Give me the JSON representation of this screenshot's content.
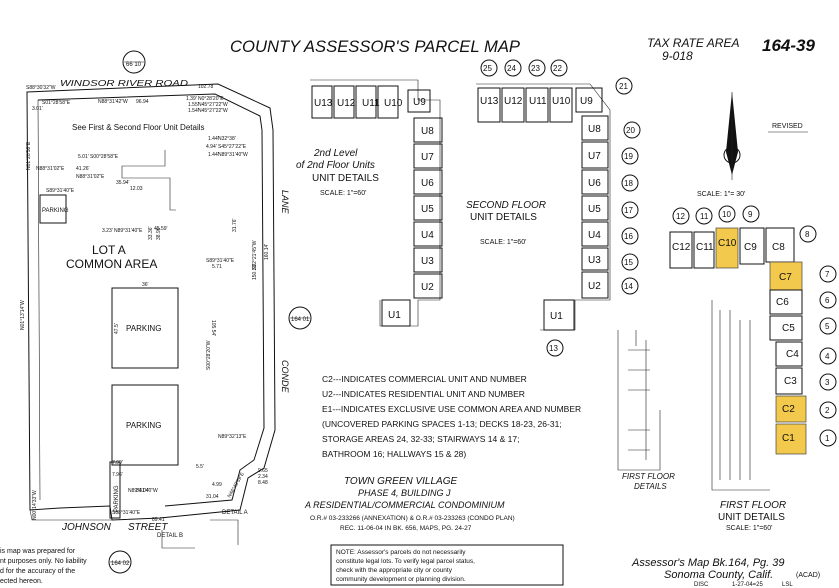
{
  "title": "COUNTY ASSESSOR'S PARCEL MAP",
  "tax_rate_area": {
    "label": "TAX RATE AREA",
    "value": "9-018"
  },
  "book_page": "164-39",
  "revised": "REVISED",
  "roads": {
    "windsor": "WINDSOR RIVER ROAD",
    "conde": "CONDE",
    "lane": "LANE",
    "johnson": "JOHNSON",
    "street": "STREET"
  },
  "lot": {
    "name": "LOT A",
    "desc": "COMMON AREA",
    "note": "See First & Second Floor Unit Details"
  },
  "parking_labels": [
    "PARKING",
    "PARKING",
    "PARKING",
    "PARKING"
  ],
  "ref_circles": {
    "top": "66 10",
    "mid": "164 01",
    "bottom": "164 02"
  },
  "sections": {
    "second_level": [
      "2nd Level",
      "of 2nd Floor Units",
      "UNIT DETAILS",
      "SCALE: 1\"=60'"
    ],
    "second_floor": [
      "SECOND FLOOR",
      "UNIT DETAILS",
      "SCALE: 1\"=60'"
    ],
    "first_floor_small": [
      "FIRST FLOOR",
      "DETAILS"
    ],
    "first_floor": [
      "FIRST FLOOR",
      "UNIT DETAILS",
      "SCALE: 1\"=60'"
    ],
    "scale_30": "SCALE: 1\"= 30'"
  },
  "units_level2": [
    "U13",
    "U12",
    "U11",
    "U10",
    "U9",
    "U8",
    "U7",
    "U6",
    "U5",
    "U4",
    "U3",
    "U2",
    "U1"
  ],
  "units_floor2": [
    "U13",
    "U12",
    "U11",
    "U10",
    "U9",
    "U8",
    "U7",
    "U6",
    "U5",
    "U4",
    "U3",
    "U2",
    "U1"
  ],
  "unit_numbers_top": [
    "25",
    "24",
    "23",
    "22",
    "21"
  ],
  "unit_numbers_right": [
    "20",
    "19",
    "18",
    "17",
    "16",
    "15",
    "14"
  ],
  "unit_number_bottom": "13",
  "commercial_units": [
    "C12",
    "C11",
    "C10",
    "C9",
    "C8",
    "C7",
    "C6",
    "C5",
    "C4",
    "C3",
    "C2",
    "C1"
  ],
  "commercial_numbers_top": [
    "12",
    "11",
    "10",
    "9",
    "8"
  ],
  "commercial_numbers_right": [
    "7",
    "6",
    "5",
    "4",
    "3",
    "2",
    "1"
  ],
  "legend": [
    "C2---INDICATES COMMERCIAL UNIT AND NUMBER",
    "U2---INDICATES RESIDENTIAL UNIT AND NUMBER",
    "E1---INDICATES EXCLUSIVE USE COMMON AREA AND NUMBER",
    "(UNCOVERED PARKING SPACES 1-13; DECKS 18-23, 26-31;",
    "STORAGE AREAS 24, 32-33; STAIRWAYS 14 & 17;",
    "BATHROOM 16; HALLWAYS 15 & 28)"
  ],
  "project": [
    "TOWN GREEN VILLAGE",
    "PHASE 4, BUILDING J",
    "A RESIDENTIAL/COMMERCIAL CONDOMINIUM",
    "O.R.# 03-233266 (ANNEXATION) & O.R.# 03-233263 (CONDO PLAN)",
    "REC. 11-06-04 IN BK. 656, MAPS, PG. 24-27"
  ],
  "note": [
    "NOTE:  Assessor's parcels do not necessarily",
    "constitute legal lots. To verify legal parcel status,",
    "check with the appropriate city or county",
    "community development or planning division."
  ],
  "disclaimer": [
    "is map was prepared for",
    "nt purposes only. No liability",
    "d for the accuracy of the",
    "ected hereon."
  ],
  "footer": {
    "line1": "Assessor's Map Bk.164, Pg. 39",
    "line2": "Sonoma County, Calif.",
    "acad": "(ACAD)",
    "disc": "DISC",
    "date": "1-27-04=25",
    "initials": "LSL"
  },
  "details": {
    "a": "DETAIL A",
    "b": "DETAIL B"
  },
  "bearings": [
    "S88°30'32\"W",
    "S01°28'58\"E",
    "3.01'",
    "N88°31'42\"W",
    "96.94",
    "102.78",
    "1.39'",
    "N0°28'20\"E",
    "1.55'",
    "N45°27'22\"W",
    "1.54'",
    "N45°27'22\"W",
    "N88°31'02\"E",
    "41.26'",
    "5.01'",
    "S00°28'58\"E",
    "N88°31'02\"E",
    "35.94'",
    "S89°31'40\"E",
    "3.23'",
    "N89°31'40\"E",
    "45.59'",
    "S89°31'40\"E",
    "5.71",
    "105.54'",
    "N89°32'13\"E",
    "N89°31'40\"W",
    "34.04'",
    "31.04",
    "89.41'",
    "N46°49'59\"E",
    "S88°31'40\"E",
    "N00°14'33\"W",
    "N01°13'14\"W",
    "N01°28'58\"E",
    "S02°21'45\"W",
    "S00°28'20\"W",
    "150.23'",
    "160.14'",
    "33.36'",
    "38.96",
    "31.76'",
    "1.44'",
    "N32°38'",
    "4.94'",
    "S45°27'22\"E",
    "1.44'",
    "N89°31'40\"W",
    "36'",
    "47.5'",
    "12.03",
    "9.65",
    "2.34",
    "4.99",
    "8.48",
    "5.5'",
    "7.99'",
    "7.96'"
  ]
}
